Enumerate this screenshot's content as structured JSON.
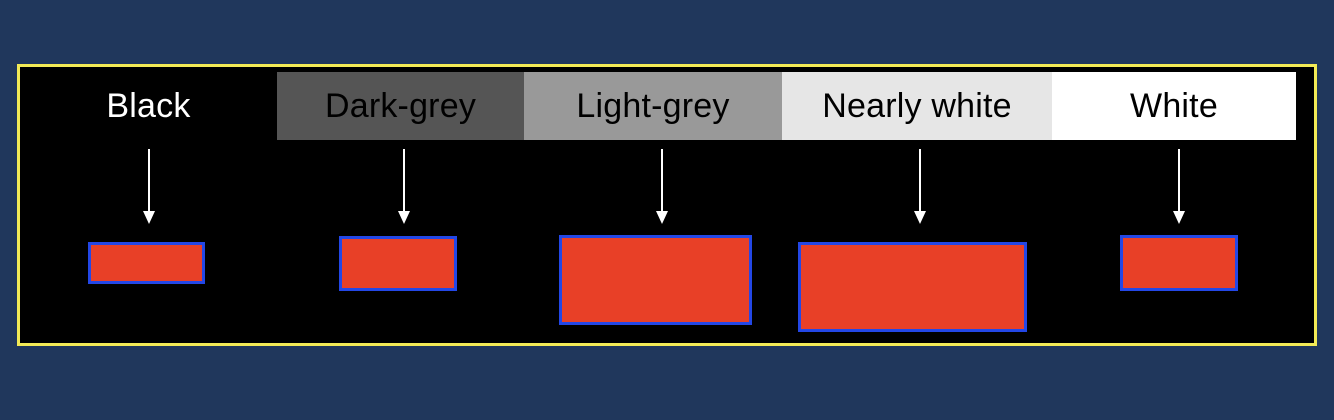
{
  "colors": {
    "page_background": "#20375c",
    "frame_border": "#f2ea56",
    "frame_background": "#000000",
    "arrow": "#ffffff",
    "box_fill": "#e84027",
    "box_border": "#2347e6"
  },
  "columns": [
    {
      "label": "Black",
      "background": "#000000",
      "text_color": "#ffffff",
      "arrow_icon": "down-arrow-icon"
    },
    {
      "label": "Dark-grey",
      "background": "#555555",
      "text_color": "#000000",
      "arrow_icon": "down-arrow-icon"
    },
    {
      "label": "Light-grey",
      "background": "#999999",
      "text_color": "#000000",
      "arrow_icon": "down-arrow-icon"
    },
    {
      "label": "Nearly white",
      "background": "#e6e6e6",
      "text_color": "#000000",
      "arrow_icon": "down-arrow-icon"
    },
    {
      "label": "White",
      "background": "#ffffff",
      "text_color": "#000000",
      "arrow_icon": "down-arrow-icon"
    }
  ]
}
